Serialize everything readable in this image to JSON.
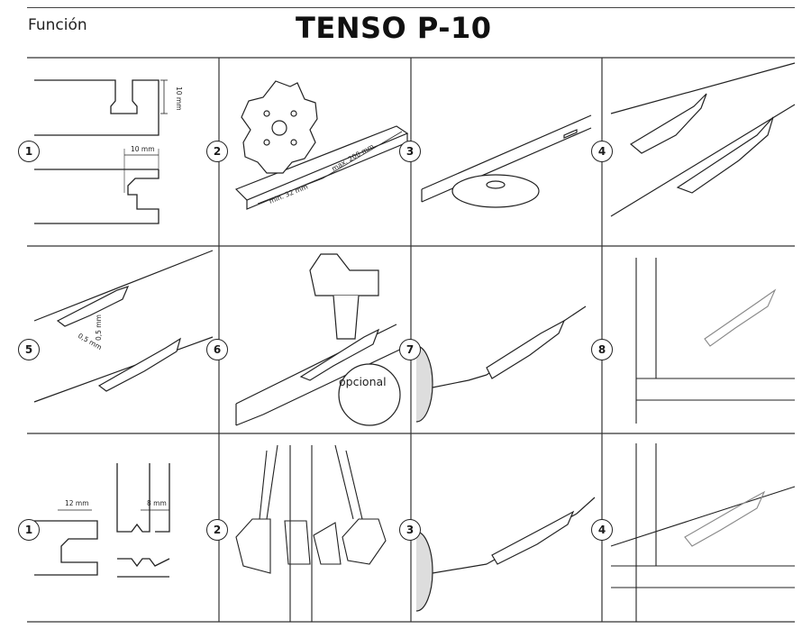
{
  "header": {
    "section_label": "Función",
    "title": "TENSO P-10"
  },
  "steps_row1": [
    "1",
    "2",
    "3",
    "4"
  ],
  "steps_row2": [
    "5",
    "6",
    "7",
    "8"
  ],
  "steps_row3": [
    "1",
    "2",
    "3",
    "4"
  ],
  "dimensions": {
    "groove_depth": "10 mm",
    "groove_offset": "10 mm",
    "min_spacing": "min. 32 mm",
    "max_spacing": "max. 200 mm",
    "tolerance_a": "0,5 mm",
    "tolerance_b": "0,5 mm",
    "width_a": "12 mm",
    "width_b": "8 mm"
  },
  "optional_label": "opcional"
}
